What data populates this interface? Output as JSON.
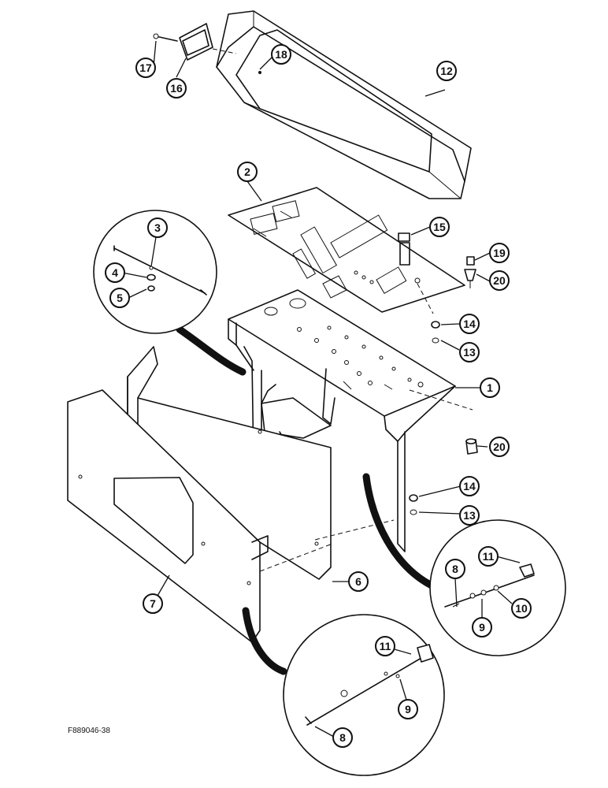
{
  "figure_reference": "F889046-38",
  "callouts": {
    "c1": "1",
    "c2": "2",
    "c3": "3",
    "c4": "4",
    "c5": "5",
    "c6": "6",
    "c7": "7",
    "c8a": "8",
    "c8b": "8",
    "c9a": "9",
    "c9b": "9",
    "c10": "10",
    "c11a": "11",
    "c11b": "11",
    "c12": "12",
    "c13a": "13",
    "c13b": "13",
    "c14a": "14",
    "c14b": "14",
    "c15": "15",
    "c16": "16",
    "c17": "17",
    "c18": "18",
    "c19": "19",
    "c20a": "20",
    "c20b": "20"
  }
}
